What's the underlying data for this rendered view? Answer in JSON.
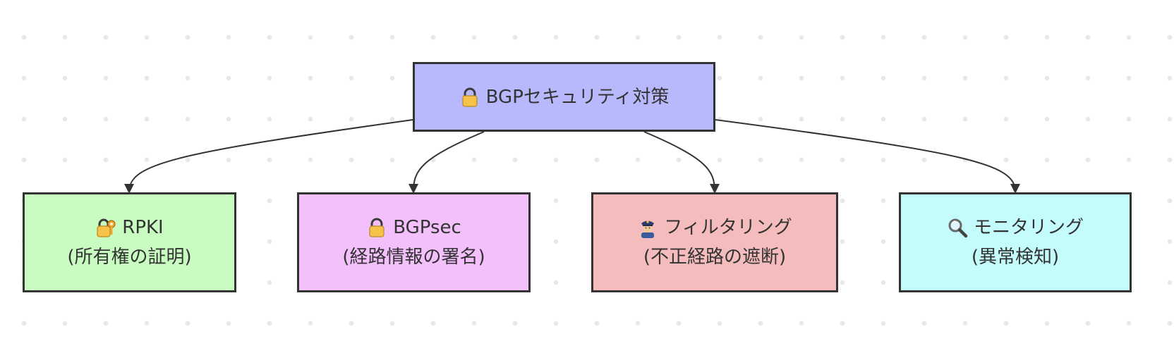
{
  "colors": {
    "root_fill": "#b8b8fc",
    "rpki_fill": "#c8fcc0",
    "bgpsec_fill": "#f4c0fc",
    "filter_fill": "#f4bcbc",
    "monitor_fill": "#c4fcfc",
    "border": "#333333",
    "edge": "#333333"
  },
  "root": {
    "icon": "lock-icon",
    "label": "BGPセキュリティ対策"
  },
  "children": [
    {
      "id": "rpki",
      "icon": "lock-with-key-icon",
      "title": "RPKI",
      "subtitle": "(所有権の証明)"
    },
    {
      "id": "bgpsec",
      "icon": "lock-icon",
      "title": "BGPsec",
      "subtitle": "(経路情報の署名)"
    },
    {
      "id": "filter",
      "icon": "police-officer-icon",
      "title": "フィルタリング",
      "subtitle": "(不正経路の遮断)"
    },
    {
      "id": "monitor",
      "icon": "magnifying-glass-icon",
      "title": "モニタリング",
      "subtitle": "(異常検知)"
    }
  ]
}
